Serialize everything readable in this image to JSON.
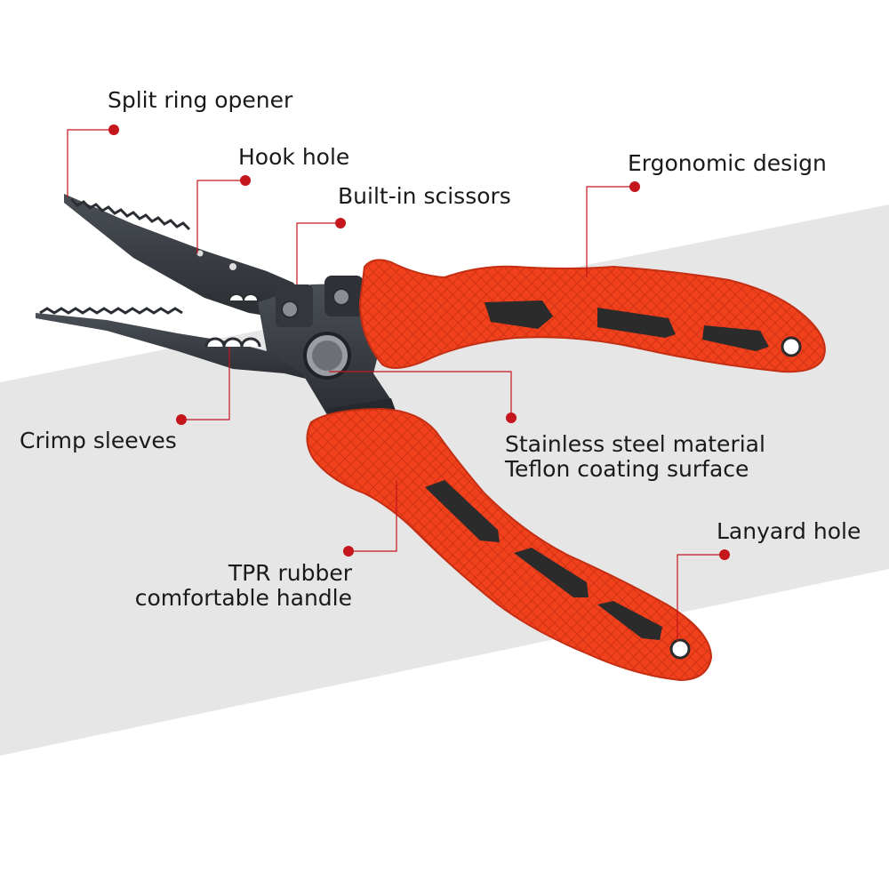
{
  "colors": {
    "accent": "#c4161c",
    "handle": "#f0401c",
    "metal": "#3a3e44",
    "background_band": "#e6e6e7"
  },
  "callouts": [
    {
      "id": "split-ring-opener",
      "lines": [
        "Split ring opener"
      ]
    },
    {
      "id": "hook-hole",
      "lines": [
        "Hook hole"
      ]
    },
    {
      "id": "built-in-scissors",
      "lines": [
        "Built-in scissors"
      ]
    },
    {
      "id": "ergonomic-design",
      "lines": [
        "Ergonomic design"
      ]
    },
    {
      "id": "crimp-sleeves",
      "lines": [
        "Crimp sleeves"
      ]
    },
    {
      "id": "stainless-steel",
      "lines": [
        "Stainless steel material",
        "Teflon coating surface"
      ]
    },
    {
      "id": "lanyard-hole",
      "lines": [
        "Lanyard hole"
      ]
    },
    {
      "id": "tpr-rubber",
      "lines": [
        "TPR rubber",
        "comfortable handle"
      ]
    }
  ]
}
